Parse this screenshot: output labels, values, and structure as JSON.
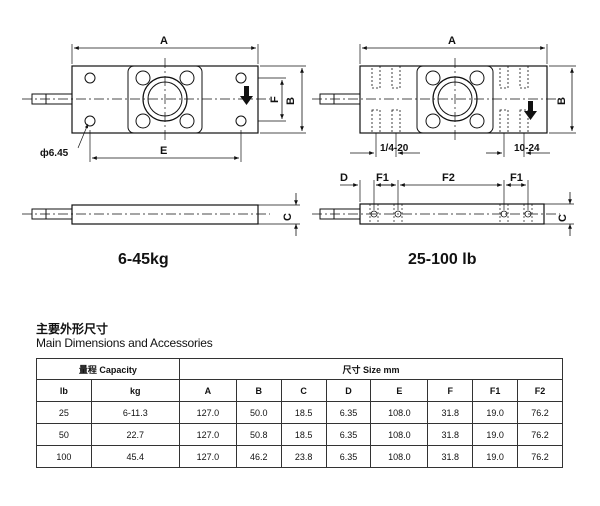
{
  "drawing": {
    "left_view": {
      "top_dims": {
        "A": "A",
        "B": "B",
        "E": "E",
        "F": "F",
        "hole": "ф6.45"
      },
      "side_dims": {
        "C": "C"
      },
      "label": "6-45kg"
    },
    "right_view": {
      "top_dims": {
        "A": "A",
        "B": "B",
        "thread_left": "1/4-20",
        "thread_right": "10-24"
      },
      "side_dims": {
        "D": "D",
        "F1_left": "F1",
        "F2": "F2",
        "F1_right": "F1",
        "C": "C"
      },
      "label": "25-100 lb"
    }
  },
  "section": {
    "title_cn": "主要外形尺寸",
    "title_en": "Main Dimensions and Accessories"
  },
  "table": {
    "capacity_header": "量程 Capacity",
    "size_header": "尺寸 Size mm",
    "columns": [
      "lb",
      "kg",
      "A",
      "B",
      "C",
      "D",
      "E",
      "F",
      "F1",
      "F2"
    ],
    "rows": [
      [
        "25",
        "6-11.3",
        "127.0",
        "50.0",
        "18.5",
        "6.35",
        "108.0",
        "31.8",
        "19.0",
        "76.2"
      ],
      [
        "50",
        "22.7",
        "127.0",
        "50.8",
        "18.5",
        "6.35",
        "108.0",
        "31.8",
        "19.0",
        "76.2"
      ],
      [
        "100",
        "45.4",
        "127.0",
        "46.2",
        "23.8",
        "6.35",
        "108.0",
        "31.8",
        "19.0",
        "76.2"
      ]
    ]
  }
}
